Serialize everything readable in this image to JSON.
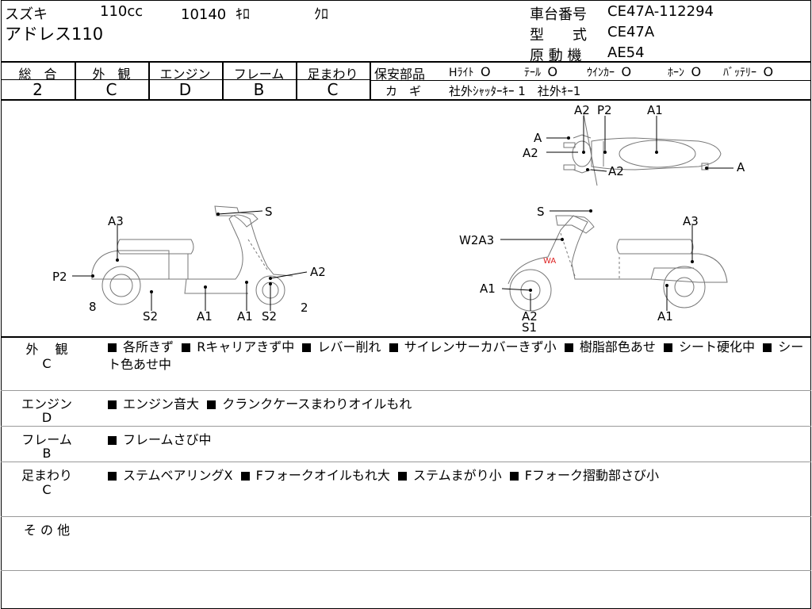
{
  "header": {
    "maker": "スズキ",
    "displacement": "110cc",
    "mileage": "10140",
    "mileage_unit": "ｷﾛ",
    "color": "ｸﾛ",
    "model_name": "アドレス110",
    "chassis_label": "車台番号",
    "chassis_value": "CE47A-112294",
    "type_label": "型　　式",
    "type_value": "CE47A",
    "engine_label": "原 動 機",
    "engine_value": "AE54"
  },
  "grades": [
    {
      "label": "総　合",
      "value": "2"
    },
    {
      "label": "外　観",
      "value": "C"
    },
    {
      "label": "エンジン",
      "value": "D"
    },
    {
      "label": "フレーム",
      "value": "B"
    },
    {
      "label": "足まわり",
      "value": "C"
    }
  ],
  "safety": {
    "title": "保安部品",
    "items": [
      {
        "label": "Hﾗｲﾄ",
        "mark": "O"
      },
      {
        "label": "ﾃｰﾙ",
        "mark": "O"
      },
      {
        "label": "ｳｲﾝｶｰ",
        "mark": "O"
      },
      {
        "label": "ﾎｰﾝ",
        "mark": "O"
      },
      {
        "label": "ﾊﾞｯﾃﾘｰ",
        "mark": "O"
      }
    ],
    "key_label": "カ　ギ",
    "key_value": "社外ｼｬｯﾀｰｷｰ 1　社外ｷｰ1"
  },
  "diagram": {
    "top_labels": [
      "A2",
      "P2",
      "A1",
      "A",
      "A2",
      "A2",
      "A"
    ],
    "left_labels": [
      "S",
      "A3",
      "P2",
      "A2",
      "8",
      "S2",
      "A1",
      "A1",
      "S2",
      "2"
    ],
    "right_labels": [
      "S",
      "W2A3",
      "A3",
      "A1",
      "A2",
      "S1",
      "A1"
    ]
  },
  "details": [
    {
      "label": "外　 観",
      "grade": "C",
      "items": [
        "各所きず",
        "Rキャリアきず中",
        "レバー削れ",
        "サイレンサーカバーきず小",
        "樹脂部色あせ",
        "シート硬化中",
        "シート色あせ中"
      ]
    },
    {
      "label": "エンジン",
      "grade": "D",
      "items": [
        "エンジン音大",
        "クランクケースまわりオイルもれ"
      ]
    },
    {
      "label": "フレーム",
      "grade": "B",
      "items": [
        "フレームさび中"
      ]
    },
    {
      "label": "足まわり",
      "grade": "C",
      "items": [
        "ステムベアリングX",
        "Fフォークオイルもれ大",
        "ステムまがり小",
        "Fフォーク摺動部さび小"
      ]
    },
    {
      "label": "そ の 他",
      "grade": "",
      "items": []
    }
  ]
}
